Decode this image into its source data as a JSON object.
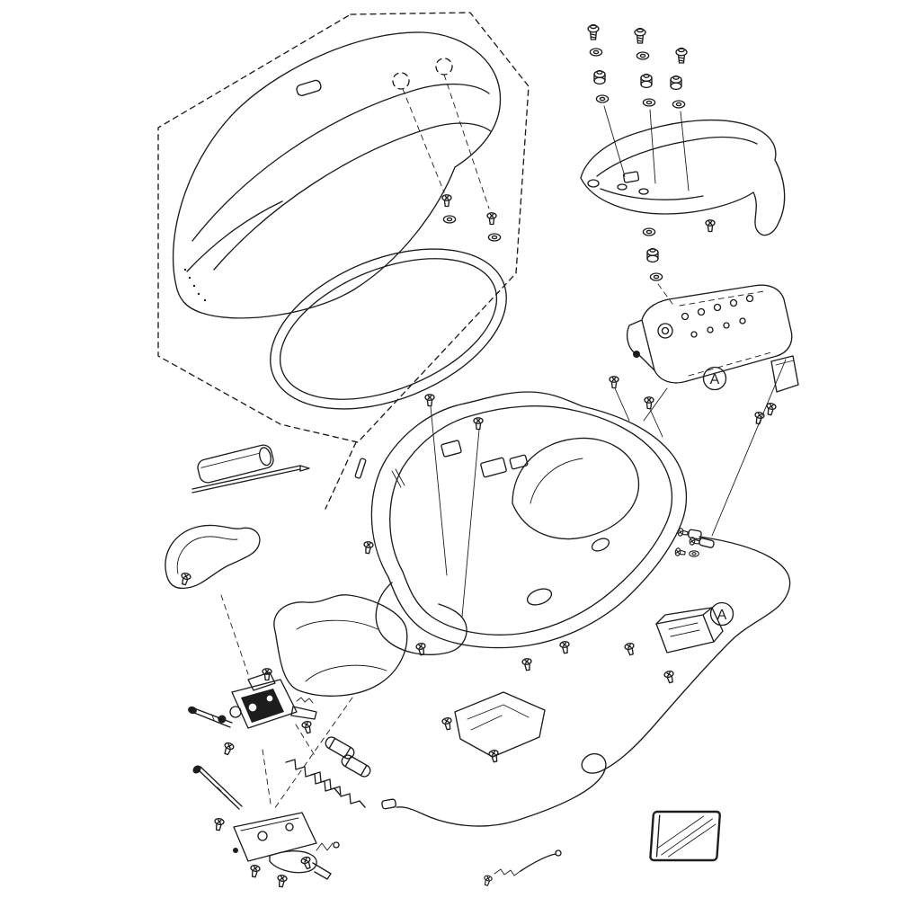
{
  "diagram": {
    "type": "exploded-parts-diagram",
    "subject": "scooter-seat-and-storage-compartment",
    "colors": {
      "line": "#1d1d1d",
      "background": "#ffffff"
    },
    "labels": {
      "ref_upper": "A",
      "ref_lower": "A"
    },
    "parts": [
      "detail-view-boundary",
      "dual-seat",
      "seat-gasket-seal",
      "seat-grommets",
      "rear-carrier",
      "carrier-fastener-stacks",
      "carrier-mount-bracket",
      "storage-compartment",
      "compartment-screws",
      "tool-kit",
      "hook-bracket",
      "heat-shield",
      "seat-lock-mechanism",
      "lock-springs",
      "lock-barrels",
      "seat-latch-assembly",
      "lock-cable",
      "cable-anchors",
      "lower-mount-bracket",
      "owners-manual"
    ]
  }
}
